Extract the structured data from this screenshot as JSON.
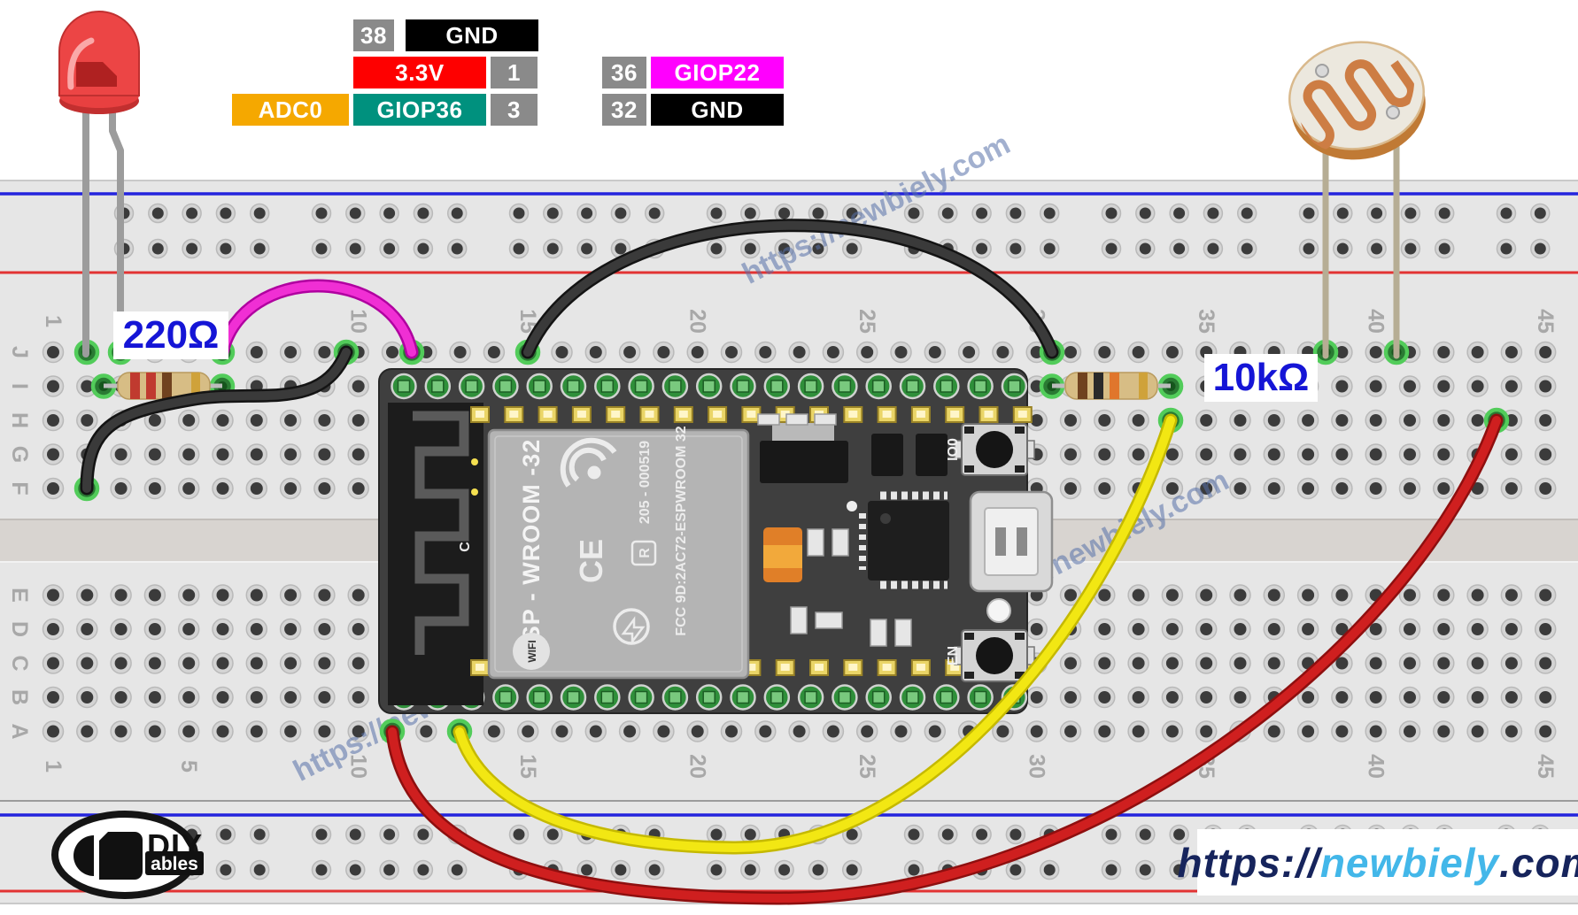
{
  "watermark": {
    "text": "https://newbiely.com"
  },
  "brand": {
    "prefix": "https://",
    "name": "newbiely",
    "tld": ".com"
  },
  "diyables": {
    "top": "DIY",
    "bottom": "ables"
  },
  "pin_labels": {
    "left": [
      {
        "cells": [
          {
            "text": "38",
            "bg": "#8a8a8a"
          },
          {
            "text": "GND",
            "bg": "#000000"
          }
        ]
      },
      {
        "cells": [
          {
            "text": "3.3V",
            "bg": "#fe0000"
          },
          {
            "text": "1",
            "bg": "#8a8a8a"
          }
        ]
      },
      {
        "cells": [
          {
            "text": "ADC0",
            "bg": "#f5a800"
          },
          {
            "text": "GIOP36",
            "bg": "#00917e"
          },
          {
            "text": "3",
            "bg": "#8a8a8a"
          }
        ]
      }
    ],
    "right": [
      {
        "cells": [
          {
            "text": "36",
            "bg": "#8a8a8a"
          },
          {
            "text": "GIOP22",
            "bg": "#ff00fe"
          }
        ]
      },
      {
        "cells": [
          {
            "text": "32",
            "bg": "#8a8a8a"
          },
          {
            "text": "GND",
            "bg": "#000000"
          }
        ]
      }
    ]
  },
  "components": {
    "resistor_left": {
      "value": "220Ω"
    },
    "resistor_right": {
      "value": "10kΩ"
    }
  },
  "esp32": {
    "module": "ESP - WROOM -32",
    "serial": "205 - 000519",
    "reg": "R",
    "fcc": "FCC 9D:2AC72-ESPWROOM 32",
    "wifi": "WIFI",
    "ce": "CE",
    "antenna_label": "C",
    "button_io0": "IO0",
    "button_en": "EN"
  },
  "board": {
    "columns": [
      "1",
      "5",
      "10",
      "15",
      "20",
      "25",
      "30",
      "35",
      "40",
      "45"
    ],
    "rows_top": [
      "J",
      "I",
      "H",
      "G",
      "F"
    ],
    "rows_bottom": [
      "E",
      "D",
      "C",
      "B",
      "A"
    ]
  },
  "colors": {
    "wire_magenta": "#f02fd4",
    "wire_black": "#3a3a3a",
    "wire_yellow": "#f2e713",
    "wire_red": "#cf1f1f",
    "rail_blue": "#2424dd",
    "rail_red": "#e23333",
    "label_blue": "#1515d6",
    "brand_dark": "#16245c",
    "brand_light": "#43b7e9"
  }
}
